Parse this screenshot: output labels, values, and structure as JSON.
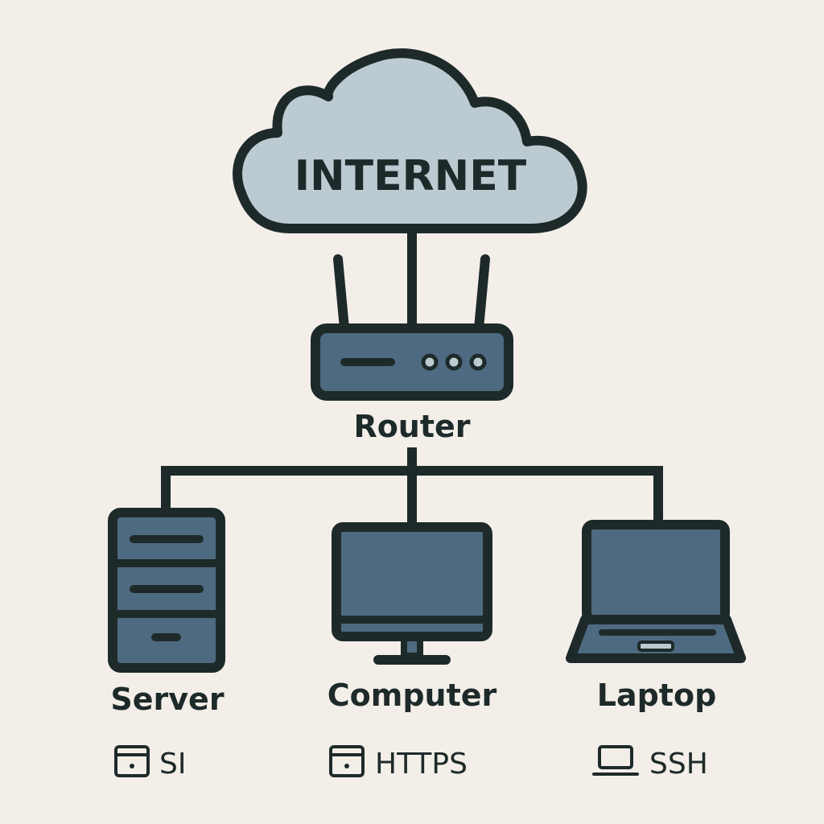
{
  "colors": {
    "background": "#f3efe8",
    "outline": "#1e2a2a",
    "cloud_fill": "#bccbd1",
    "device_fill": "#4e6a80"
  },
  "internet": {
    "label": "INTERNET",
    "icon": "cloud-icon"
  },
  "router": {
    "label": "Router",
    "icon": "router-icon"
  },
  "devices": [
    {
      "label": "Server",
      "icon": "server-icon",
      "protocol": {
        "icon": "window-icon",
        "label": "SI"
      }
    },
    {
      "label": "Computer",
      "icon": "monitor-icon",
      "protocol": {
        "icon": "window-icon",
        "label": "HTTPS"
      }
    },
    {
      "label": "Laptop",
      "icon": "laptop-icon",
      "protocol": {
        "icon": "laptop-icon",
        "label": "SSH"
      }
    }
  ]
}
